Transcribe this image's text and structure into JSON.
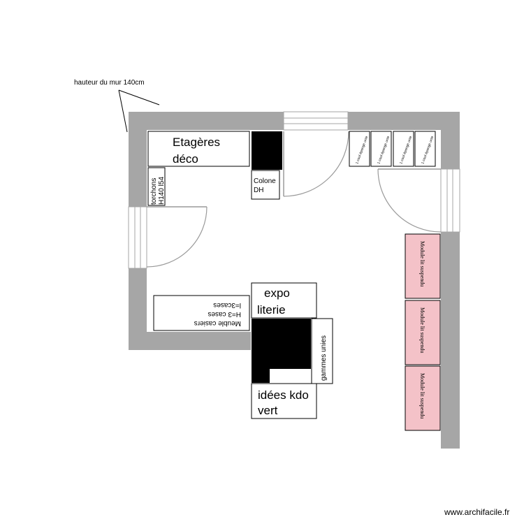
{
  "annotation": {
    "wall_height": "hauteur du mur 140cm"
  },
  "furniture": {
    "etageres": {
      "line1": "Etagères",
      "line2": "déco"
    },
    "colone": {
      "line1": "Colone",
      "line2": "DH"
    },
    "torchons": {
      "line1": "torchons",
      "line2": "H140 l54"
    },
    "meuble_casiers": {
      "line1": "Meuble casiers",
      "line2": "H=3 cases",
      "line3": "l=3cases"
    },
    "expo_literie": {
      "line1": "expo",
      "line2": "literie"
    },
    "gammes_unies": {
      "label": "gammes unies"
    },
    "idees_kdo": {
      "line1": "idées kdo",
      "line2": "vert"
    },
    "couleur_boxes": [
      "1 coul éponge unie",
      "1 coul éponge unie",
      "1 coul éponge unie",
      "1 coul éponge unie"
    ],
    "module_lit": [
      "Module lit suspendu",
      "Module lit suspendu",
      "Module lit suspendu"
    ]
  },
  "credit": "www.archifacile.fr",
  "colors": {
    "wall": "#a6a6a6",
    "module": "#f4c2c8",
    "door": "#9a9a9a"
  }
}
